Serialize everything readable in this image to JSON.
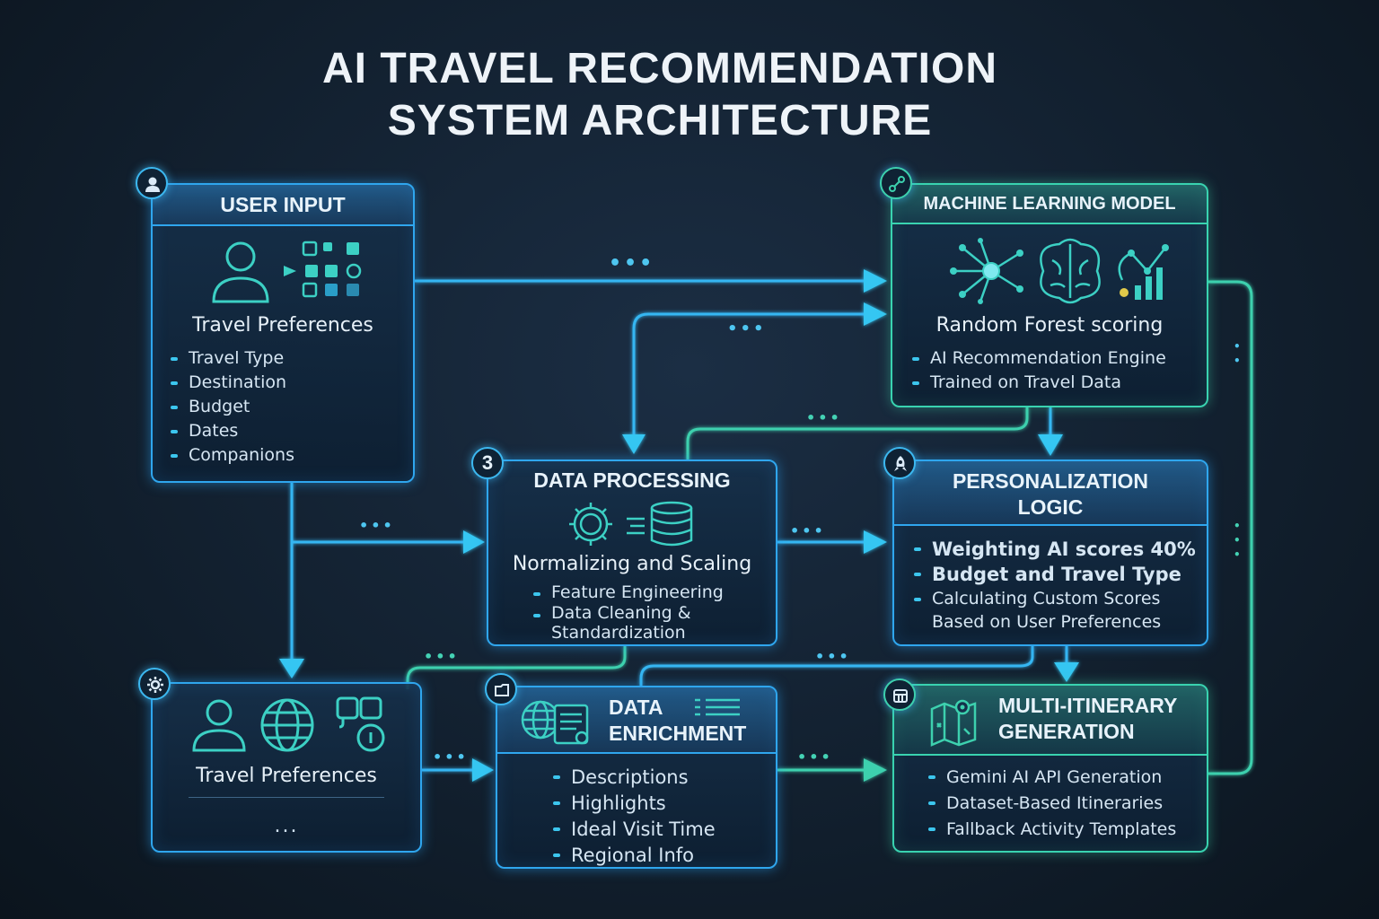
{
  "title": {
    "line1": "AI TRAVEL RECOMMENDATION",
    "line2": "SYSTEM ARCHITECTURE"
  },
  "user_input": {
    "header": "USER INPUT",
    "subtitle": "Travel Preferences",
    "items": [
      "Travel Type",
      "Destination",
      "Budget",
      "Dates",
      "Companions"
    ]
  },
  "ml_model": {
    "header": "MACHINE LEARNING MODEL",
    "subtitle": "Random Forest scoring",
    "items": [
      "AI Recommendation Engine",
      "Trained on Travel Data"
    ]
  },
  "data_processing": {
    "badge": "3",
    "header": "DATA PROCESSING",
    "subtitle": "Normalizing and Scaling",
    "items": [
      "Feature Engineering",
      "Data Cleaning & Standardization"
    ]
  },
  "personalization": {
    "header_line1": "PERSONALIZATION",
    "header_line2": "LOGIC",
    "items": [
      "Weighting AI scores 40%",
      "Budget and Travel Type",
      "Calculating Custom Scores Based on User Preferences"
    ]
  },
  "travel_prefs_bottom": {
    "subtitle": "Travel Preferences",
    "ellipsis": "..."
  },
  "data_enrichment": {
    "header_line1": "DATA",
    "header_line2": "ENRICHMENT",
    "items": [
      "Descriptions",
      "Highlights",
      "Ideal Visit Time",
      "Regional Info"
    ]
  },
  "multi_itinerary": {
    "header_line1": "MULTI-ITINERARY",
    "header_line2": "GENERATION",
    "items": [
      "Gemini AI API Generation",
      "Dataset-Based Itineraries",
      "Fallback Activity Templates"
    ]
  },
  "colors": {
    "blue": "#2fa6ee",
    "teal": "#39d3b0",
    "background": "#12202f"
  }
}
